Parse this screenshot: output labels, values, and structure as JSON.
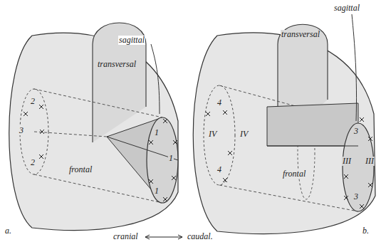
{
  "diagram": {
    "labels": [
      "transversal",
      "sagittal",
      "frontal",
      "2",
      "3",
      "2",
      "1",
      "1",
      "1",
      "a.",
      "sagittal",
      "transversal",
      "frontal",
      "4",
      "IV",
      "IV",
      "4",
      "3",
      "III",
      "III",
      "3",
      "b.",
      "cranial",
      "caudal."
    ]
  }
}
